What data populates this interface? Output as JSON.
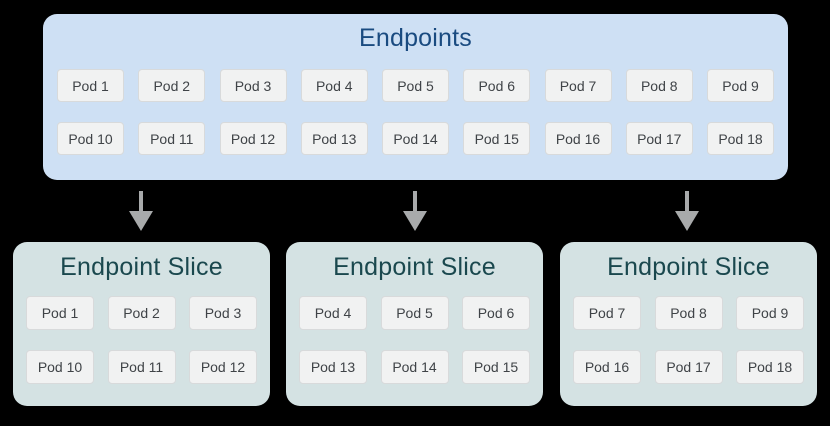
{
  "colors": {
    "canvas-bg": "#000000",
    "endpoints-fill": "#CEE0F4",
    "endpoints-title": "#1A4B80",
    "slice-fill": "#D4E2E3",
    "slice-title": "#1A484E",
    "pod-fill": "#F1F2F2",
    "pod-border": "#D8DADB",
    "pod-text": "#3F4347",
    "arrow": "#A8AAAB"
  },
  "endpoints": {
    "title": "Endpoints",
    "row1": [
      "Pod 1",
      "Pod 2",
      "Pod 3",
      "Pod 4",
      "Pod 5",
      "Pod 6",
      "Pod 7",
      "Pod 8",
      "Pod 9"
    ],
    "row2": [
      "Pod 10",
      "Pod 11",
      "Pod 12",
      "Pod 13",
      "Pod 14",
      "Pod 15",
      "Pod 16",
      "Pod 17",
      "Pod 18"
    ]
  },
  "slices": [
    {
      "title": "Endpoint Slice",
      "row1": [
        "Pod 1",
        "Pod 2",
        "Pod 3"
      ],
      "row2": [
        "Pod 10",
        "Pod 11",
        "Pod 12"
      ]
    },
    {
      "title": "Endpoint Slice",
      "row1": [
        "Pod 4",
        "Pod 5",
        "Pod 6"
      ],
      "row2": [
        "Pod 13",
        "Pod 14",
        "Pod 15"
      ]
    },
    {
      "title": "Endpoint Slice",
      "row1": [
        "Pod 7",
        "Pod 8",
        "Pod 9"
      ],
      "row2": [
        "Pod 16",
        "Pod 17",
        "Pod 18"
      ]
    }
  ]
}
